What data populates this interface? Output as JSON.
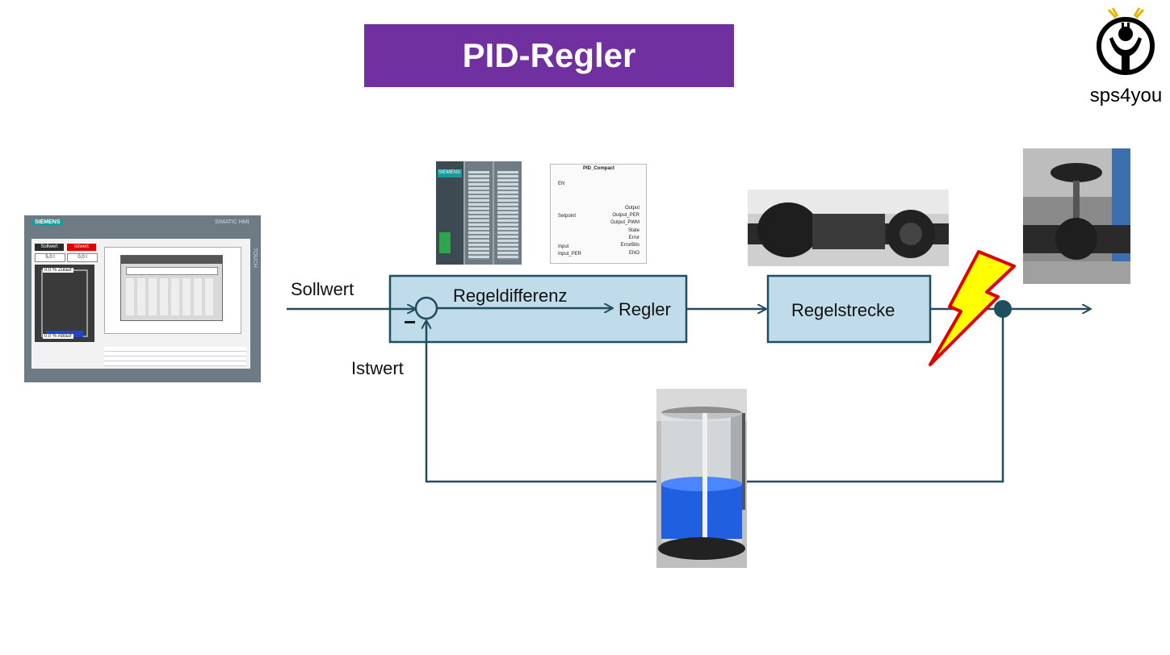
{
  "title": "PID-Regler",
  "logo": {
    "text": "sps4you",
    "icon": "person-plug-logo-icon"
  },
  "diagram": {
    "input_label": "Sollwert",
    "feedback_label": "Istwert",
    "error_label": "Regeldifferenz",
    "minus_sign": "−",
    "controller_label": "Regler",
    "plant_label": "Regelstrecke",
    "disturbance_icon": "lightning-bolt-icon",
    "colors": {
      "line": "#1f4e5f",
      "box_fill": "#c0dceb",
      "box_stroke": "#1f4e5f",
      "title_bg": "#7030a0",
      "bolt_fill": "#ffff00",
      "bolt_stroke": "#e00000"
    }
  },
  "hmi": {
    "brand": "SIEMENS",
    "model": "SIMATIC HMI",
    "touch": "TOUCH",
    "sollwert_label": "Sollwert",
    "sollwert_value": "5,0 l",
    "istwert_label": "Istwert",
    "istwert_value": "0,0 l",
    "inflow": "0,0 % Zulauf",
    "outflow": "0,0 % Ablauf"
  },
  "plc": {
    "brand": "SIEMENS"
  },
  "pid_block": {
    "name": "PID_Compact",
    "inputs": [
      "EN",
      "Setpoint",
      "Input",
      "Input_PER"
    ],
    "outputs": [
      "Output",
      "Output_PER",
      "Output_PWM",
      "State",
      "Error",
      "ErrorBits",
      "ENO"
    ]
  }
}
